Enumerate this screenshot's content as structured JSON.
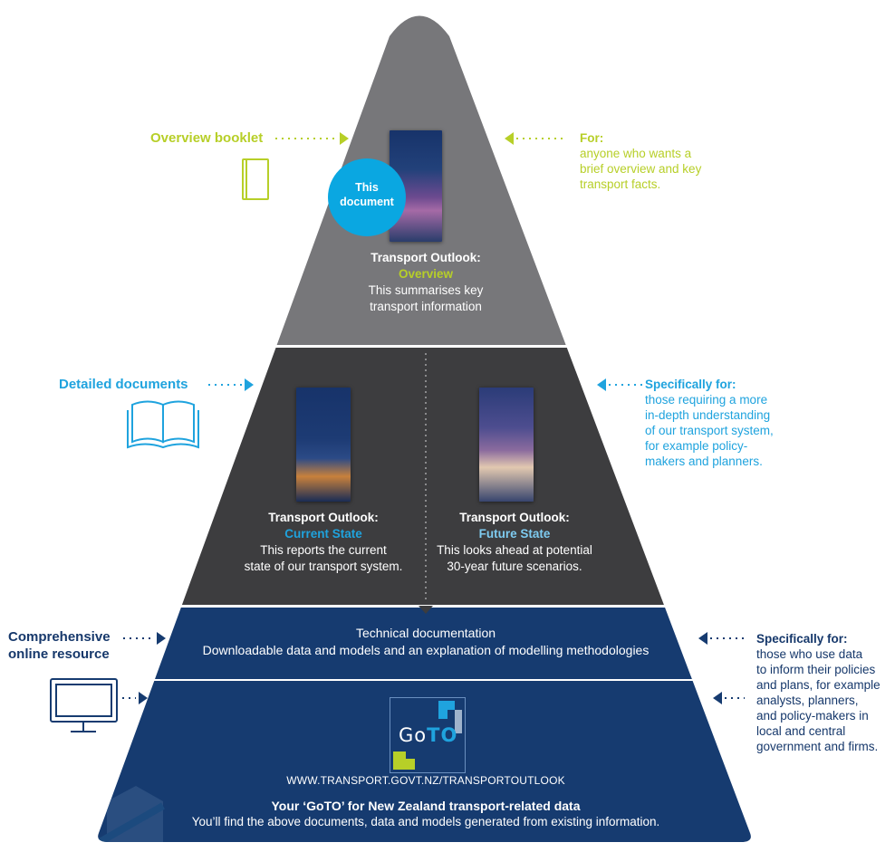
{
  "tiers": {
    "overview": {
      "label": "Overview booklet",
      "for_heading": "For:",
      "for_text": [
        "anyone who wants a",
        "brief overview and key",
        "transport facts."
      ],
      "badge_line1": "This",
      "badge_line2": "document",
      "doc_title": "Transport Outlook:",
      "doc_subtitle": "Overview",
      "doc_desc": [
        "This summarises key",
        "transport information"
      ]
    },
    "detailed": {
      "label": "Detailed documents",
      "for_heading": "Specifically for:",
      "for_text": [
        "those requiring a more",
        "in-depth understanding",
        "of our transport system,",
        "for example policy-",
        "makers and planners."
      ],
      "current": {
        "doc_title": "Transport Outlook:",
        "doc_subtitle": "Current State",
        "doc_desc": [
          "This reports the current",
          "state of our transport system."
        ]
      },
      "future": {
        "doc_title": "Transport Outlook:",
        "doc_subtitle": "Future State",
        "doc_desc": [
          "This looks ahead at potential",
          "30-year future scenarios."
        ]
      }
    },
    "online": {
      "label_line1": "Comprehensive",
      "label_line2": "online resource",
      "for_heading": "Specifically for:",
      "for_text": [
        "those who use data",
        "to inform their policies",
        "and plans, for example",
        "analysts, planners,",
        "and policy-makers in",
        "local and central",
        "government and firms."
      ],
      "technical_title": "Technical documentation",
      "technical_desc": "Downloadable data and models and an explanation of modelling methodologies",
      "goto_logo_go": "Go",
      "goto_logo_to": "TO",
      "url": "WWW.TRANSPORT.GOVT.NZ/TRANSPORTOUTLOOK",
      "tagline": "Your ‘GoTO’ for New Zealand transport-related data",
      "tagline_desc": "You’ll find the above documents, data and models generated from existing information."
    }
  },
  "colors": {
    "green": "#b7cf28",
    "blue": "#1fa3de",
    "light_blue": "#7ecbf0",
    "navy": "#163b70",
    "top_grey": "#77777a",
    "dark_grey": "#3d3d3f"
  }
}
